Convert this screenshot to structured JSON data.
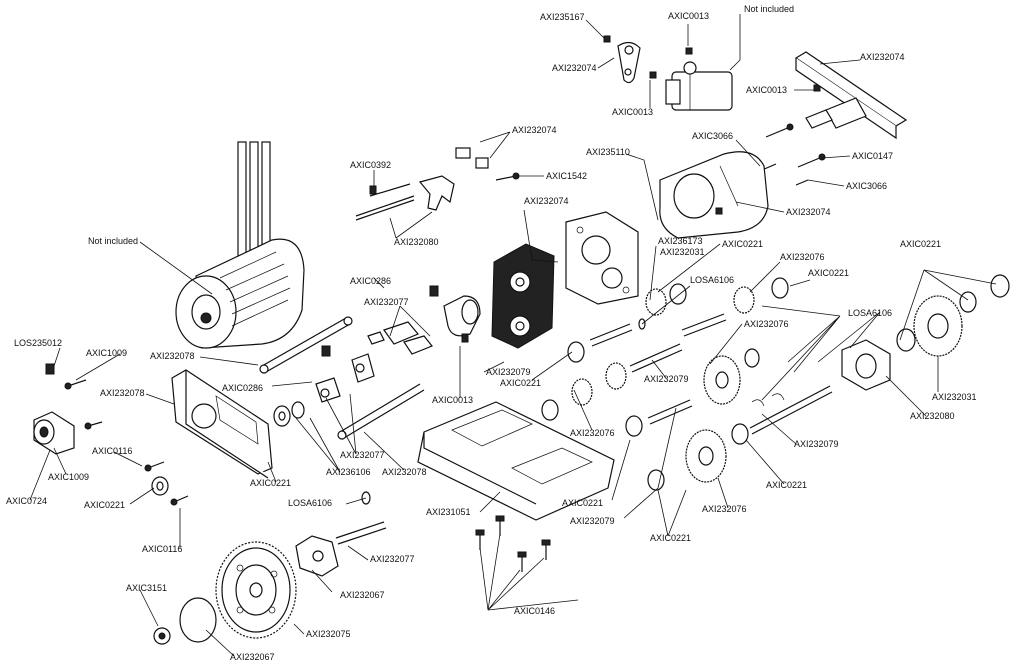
{
  "labels": {
    "AXI235167": "AXI235167",
    "AXIC0013": "AXIC0013",
    "not_included": "Not included",
    "AXI232074": "AXI232074",
    "AXIC0392": "AXIC0392",
    "AXIC1542": "AXIC1542",
    "AXI235110": "AXI235110",
    "AXIC3066": "AXIC3066",
    "AXIC0147": "AXIC0147",
    "AXI232080": "AXI232080",
    "AXIC0221": "AXIC0221",
    "AXI236173": "AXI236173",
    "AXI232031": "AXI232031",
    "AXI232076": "AXI232076",
    "AXIC0286": "AXIC0286",
    "AXI232077": "AXI232077",
    "LOSA6106": "LOSA6106",
    "LOS235012": "LOS235012",
    "AXIC1009": "AXIC1009",
    "AXI232078": "AXI232078",
    "AXI232079": "AXI232079",
    "AXI236106": "AXI236106",
    "AXIC0724": "AXIC0724",
    "AXIC0116": "AXIC0116",
    "AXI231051": "AXI231051",
    "AXIC3151": "AXIC3151",
    "AXI232067": "AXI232067",
    "AXI232075": "AXI232075",
    "AXIC0146": "AXIC0146"
  }
}
